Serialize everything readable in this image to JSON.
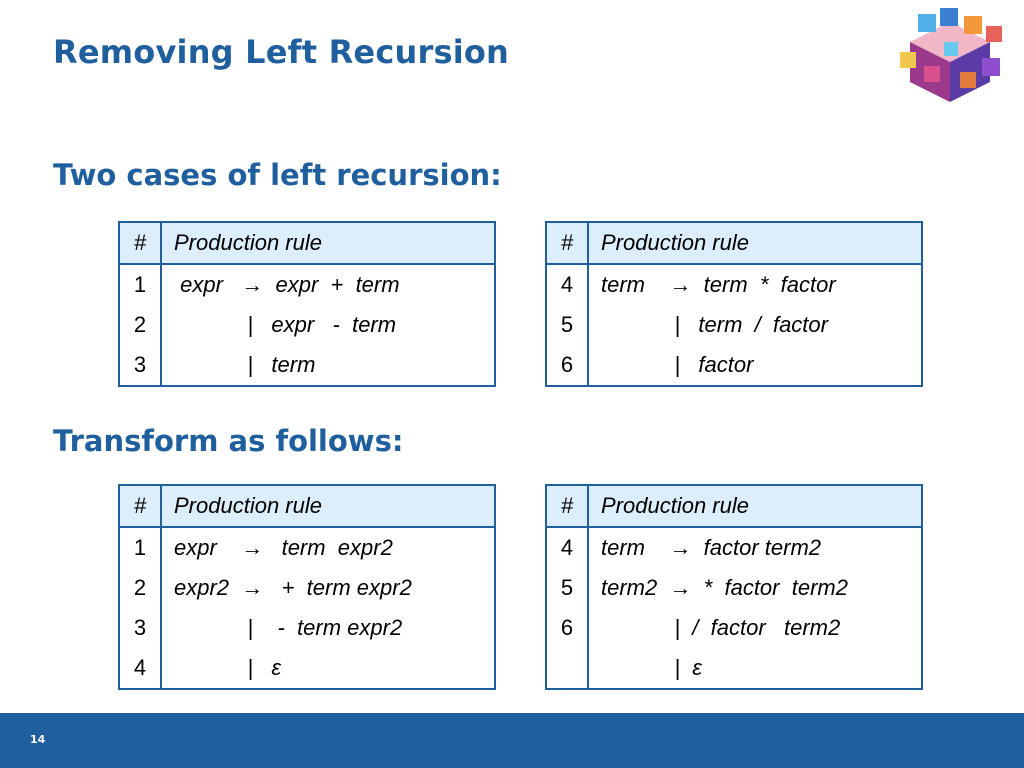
{
  "slide": {
    "title": "Removing Left Recursion",
    "subheading_1": "Two cases of left recursion:",
    "subheading_2": "Transform as follows:",
    "page_number": "14"
  },
  "tables": [
    {
      "header": [
        "#",
        "Production rule"
      ],
      "rows": [
        [
          "1",
          " expr   →  expr  +  term"
        ],
        [
          "2",
          "            |   expr   -  term"
        ],
        [
          "3",
          "            |   term"
        ]
      ]
    },
    {
      "header": [
        "#",
        "Production rule"
      ],
      "rows": [
        [
          "4",
          "term    →  term  *  factor"
        ],
        [
          "5",
          "            |   term  /  factor"
        ],
        [
          "6",
          "            |   factor"
        ]
      ]
    },
    {
      "header": [
        "#",
        "Production rule"
      ],
      "rows": [
        [
          "1",
          "expr    →   term  expr2"
        ],
        [
          "2",
          "expr2  →   +  term expr2"
        ],
        [
          "3",
          "            |    -  term expr2"
        ],
        [
          "4",
          "            |   ε"
        ]
      ]
    },
    {
      "header": [
        "#",
        "Production rule"
      ],
      "rows": [
        [
          "4",
          "term    →  factor term2"
        ],
        [
          "5",
          "term2  →  *  factor  term2"
        ],
        [
          "6",
          "            |  /  factor   term2"
        ],
        [
          "",
          "            |  ε"
        ]
      ]
    }
  ],
  "colors": {
    "accent": "#1f5f9e",
    "header_fill": "#dceefb"
  }
}
